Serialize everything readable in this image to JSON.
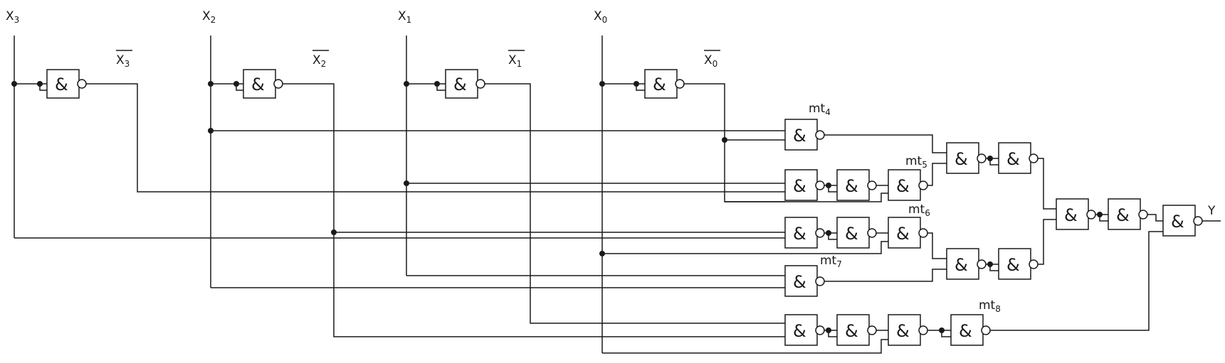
{
  "gate_symbol": "&",
  "inputs": [
    {
      "name": "X",
      "index": "3"
    },
    {
      "name": "X",
      "index": "2"
    },
    {
      "name": "X",
      "index": "1"
    },
    {
      "name": "X",
      "index": "0"
    }
  ],
  "inverted_inputs": [
    {
      "name": "X",
      "index": "3"
    },
    {
      "name": "X",
      "index": "2"
    },
    {
      "name": "X",
      "index": "1"
    },
    {
      "name": "X",
      "index": "0"
    }
  ],
  "minterms": [
    {
      "name": "mt",
      "index": "4"
    },
    {
      "name": "mt",
      "index": "5"
    },
    {
      "name": "mt",
      "index": "6"
    },
    {
      "name": "mt",
      "index": "7"
    },
    {
      "name": "mt",
      "index": "8"
    }
  ],
  "output": {
    "name": "Y"
  },
  "colors": {
    "line": "#1a1a1a",
    "background": "#ffffff"
  }
}
